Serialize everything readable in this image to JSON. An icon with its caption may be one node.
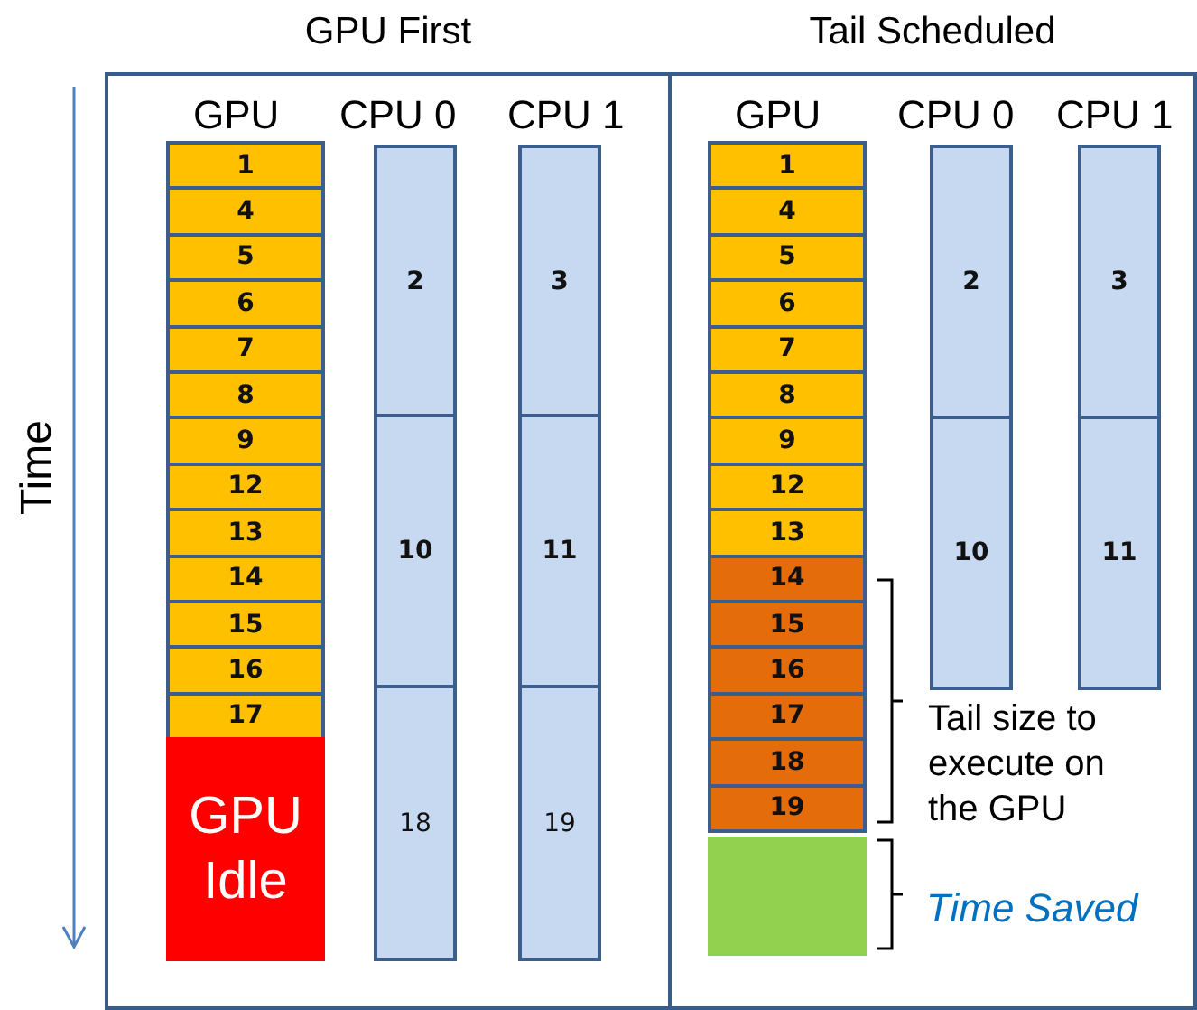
{
  "diagram": {
    "nodes": [
      {
        "text": [
          "GPU First"
        ]
      },
      {
        "text": [
          "1"
        ],
        "in": 0
      },
      {
        "text": [
          "4"
        ],
        "in": 0
      },
      {
        "text": [
          "5"
        ],
        "in": 0
      },
      {
        "text": [
          "6"
        ],
        "in": 0
      },
      {
        "text": [
          "7"
        ],
        "in": 0
      },
      {
        "text": [
          "8"
        ],
        "in": 0
      },
      {
        "text": [
          "9"
        ],
        "in": 0
      },
      {
        "text": [
          "12"
        ],
        "in": 0
      },
      {
        "text": [
          "13"
        ],
        "in": 0
      },
      {
        "text": [
          "14"
        ],
        "in": 0
      },
      {
        "text": [
          "15"
        ],
        "in": 0
      },
      {
        "text": [
          "16"
        ],
        "in": 0
      },
      {
        "text": [
          "17"
        ],
        "in": 0
      },
      {
        "text": [
          "GPU Idle"
        ],
        "in": 0
      },
      {
        "text": [
          "2"
        ],
        "in": 0
      },
      {
        "text": [
          "10"
        ],
        "in": 0
      },
      {
        "text": [
          "18"
        ],
        "in": 0
      },
      {
        "text": [
          "3"
        ],
        "in": 0
      },
      {
        "text": [
          "11"
        ],
        "in": 0
      },
      {
        "text": [
          "19"
        ],
        "in": 0
      },
      {
        "text": [
          "Tail Scheduled"
        ]
      },
      {
        "text": [
          "1"
        ],
        "in": 21
      },
      {
        "text": [
          "4"
        ],
        "in": 21
      },
      {
        "text": [
          "5"
        ],
        "in": 21
      },
      {
        "text": [
          "6"
        ],
        "in": 21
      },
      {
        "text": [
          "7"
        ],
        "in": 21
      },
      {
        "text": [
          "8"
        ],
        "in": 21
      },
      {
        "text": [
          "9"
        ],
        "in": 21
      },
      {
        "text": [
          "12"
        ],
        "in": 21
      },
      {
        "text": [
          "13"
        ],
        "in": 21
      },
      {
        "text": [
          "14"
        ],
        "in": 21
      },
      {
        "text": [
          "15"
        ],
        "in": 21
      },
      {
        "text": [
          "16"
        ],
        "in": 21
      },
      {
        "text": [
          "17"
        ],
        "in": 21
      },
      {
        "text": [
          "18"
        ],
        "in": 21
      },
      {
        "text": [
          "19"
        ],
        "in": 21
      },
      {
        "text": [],
        "shape": "box",
        "in": 21
      },
      {
        "text": [
          "2"
        ],
        "in": 21
      },
      {
        "text": [
          "10"
        ],
        "in": 21
      },
      {
        "text": [
          "3"
        ],
        "in": 21
      },
      {
        "text": [
          "11"
        ],
        "in": 21
      }
    ],
    "edges": [],
    "labels": [
      "Time",
      "GPU",
      "CPU 0",
      "CPU 1",
      "GPU",
      "CPU 0",
      "CPU 1",
      "Tail size to execute on the GPU",
      "Time Saved"
    ]
  }
}
